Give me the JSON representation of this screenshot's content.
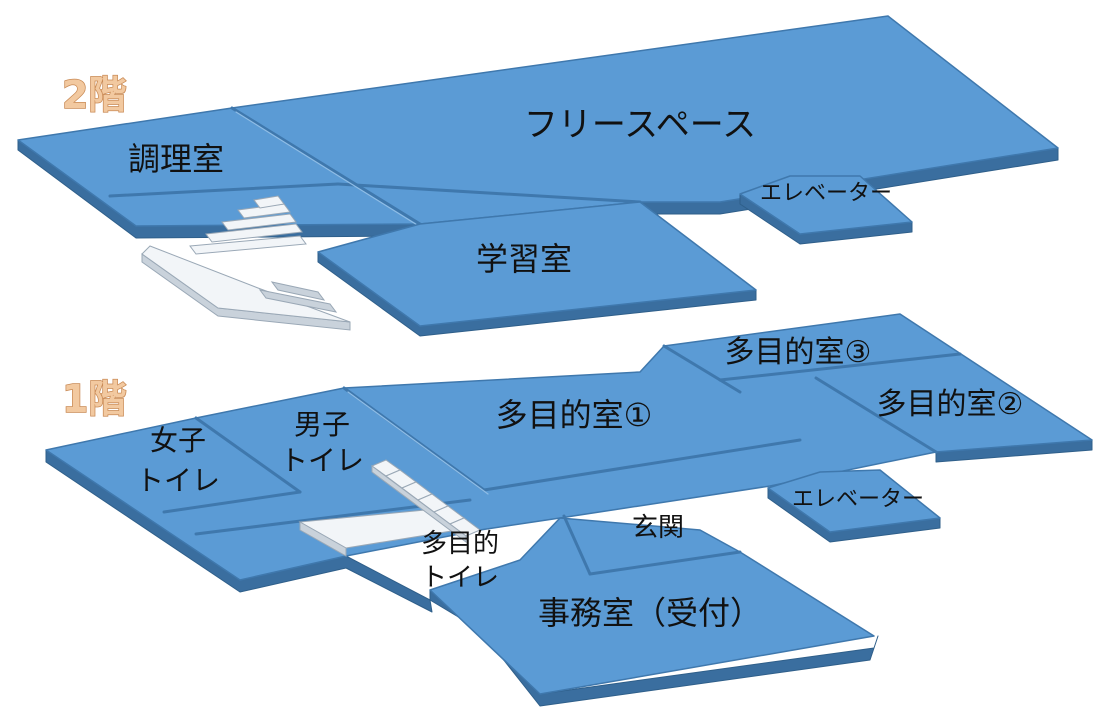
{
  "floors": {
    "second": {
      "label": "2階",
      "rooms": {
        "free_space": "フリースペース",
        "kitchen": "調理室",
        "study_room": "学習室",
        "elevator": "エレベーター"
      }
    },
    "first": {
      "label": "1階",
      "rooms": {
        "multipurpose_1": "多目的室①",
        "multipurpose_2": "多目的室②",
        "multipurpose_3": "多目的室③",
        "womens_toilet_line1": "女子",
        "womens_toilet_line2": "トイレ",
        "mens_toilet_line1": "男子",
        "mens_toilet_line2": "トイレ",
        "accessible_toilet_line1": "多目的",
        "accessible_toilet_line2": "トイレ",
        "entrance": "玄関",
        "office": "事務室（受付）",
        "elevator": "エレベーター"
      }
    }
  },
  "colors": {
    "room_top": "#5b9bd5",
    "room_side": "#3a6e9f",
    "floor_label": "#f2c9a0",
    "stairs": "#f2f5f8"
  }
}
